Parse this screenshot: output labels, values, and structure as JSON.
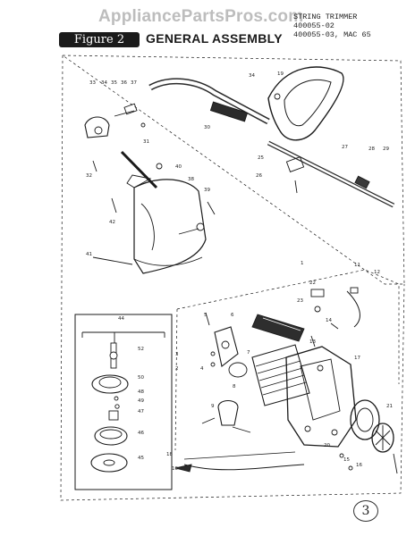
{
  "watermark": "AppliancePartsPros.com",
  "model": {
    "product": "STRING TRIMMER",
    "numbers_line1": "400055-02",
    "numbers_line2": "400055-03, MAC 65"
  },
  "figure_badge": "Figure 2",
  "figure_title": "GENERAL ASSEMBLY",
  "page_number": "3",
  "callouts": {
    "upper": [
      "33",
      "34",
      "35",
      "36",
      "37",
      "30",
      "31",
      "32",
      "40",
      "39",
      "38",
      "42",
      "41",
      "34",
      "19",
      "27",
      "28",
      "29",
      "25",
      "26"
    ],
    "inset": [
      "44",
      "52",
      "50",
      "48",
      "49",
      "47",
      "46",
      "45"
    ],
    "lower": [
      "1",
      "22",
      "12",
      "11",
      "23",
      "14",
      "13",
      "5",
      "6",
      "7",
      "4",
      "3",
      "2",
      "8",
      "9",
      "17",
      "20",
      "21",
      "15",
      "16",
      "18",
      "10"
    ]
  },
  "colors": {
    "ink": "#1a1a1a",
    "watermark": "#bdbdbd",
    "background": "#ffffff"
  }
}
